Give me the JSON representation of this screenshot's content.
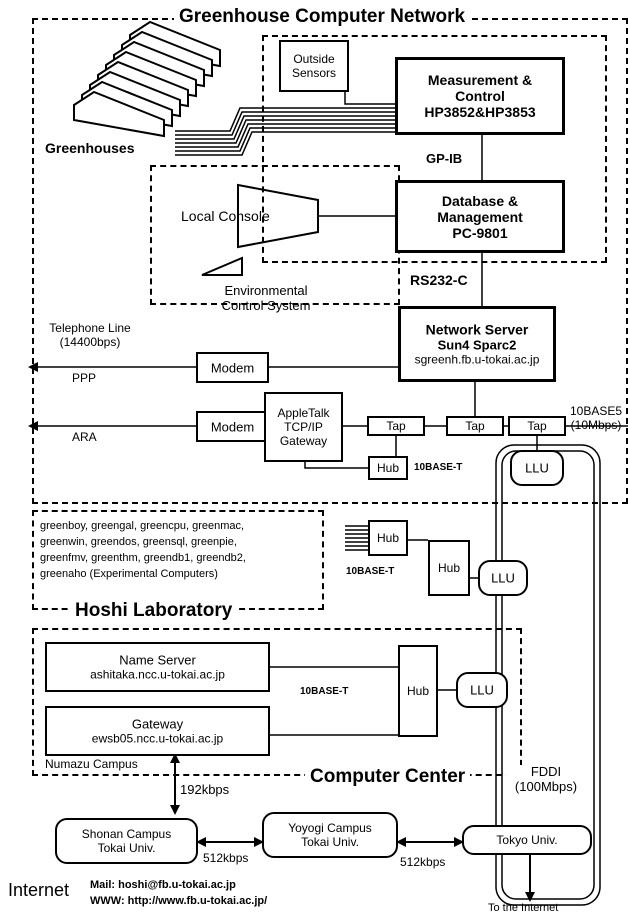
{
  "regions": {
    "greenhouse_network": "Greenhouse Computer Network",
    "hoshi_lab": "Hoshi Laboratory",
    "computer_center": "Computer Center",
    "numazu": "Numazu Campus"
  },
  "devices": {
    "outside_sensors": [
      "Outside",
      "Sensors"
    ],
    "greenhouses": "Greenhouses",
    "measurement": [
      "Measurement &",
      "Control",
      "HP3852&HP3853"
    ],
    "database": [
      "Database &",
      "Management",
      "PC-9801"
    ],
    "local_console": "Local Console",
    "env_control": [
      "Environmental",
      "Control System"
    ],
    "network_server": [
      "Network Server",
      "Sun4 Sparc2",
      "sgreenh.fb.u-tokai.ac.jp"
    ],
    "modem": "Modem",
    "appletalk": [
      "AppleTalk",
      "TCP/IP",
      "Gateway"
    ],
    "tap": "Tap",
    "hub": "Hub",
    "llu": "LLU",
    "name_server": [
      "Name Server",
      "ashitaka.ncc.u-tokai.ac.jp"
    ],
    "gateway": [
      "Gateway",
      "ewsb05.ncc.u-tokai.ac.jp"
    ],
    "shonan": [
      "Shonan Campus",
      "Tokai Univ."
    ],
    "yoyogi": [
      "Yoyogi Campus",
      "Tokai Univ."
    ],
    "tokyo": "Tokyo Univ."
  },
  "links": {
    "gpib": "GP-IB",
    "rs232c": "RS232-C",
    "telephone": [
      "Telephone Line",
      "(14400bps)"
    ],
    "ppp": "PPP",
    "ara": "ARA",
    "tenbase5": [
      "10BASE5",
      "(10Mbps)"
    ],
    "tenbaset": "10BASE-T",
    "fddi": [
      "FDDI",
      "(100Mbps)"
    ],
    "kbps192": "192kbps",
    "kbps512": "512kbps",
    "to_internet": "To the Internet"
  },
  "lab_hosts": [
    "greenboy, greengal, greencpu, greenmac,",
    "greenwin, greendos, greensql, greenpie,",
    "greenfmv, greenthm, greendb1, greendb2,",
    "greenaho (Experimental Computers)"
  ],
  "footer": {
    "internet": "Internet",
    "mail": "Mail: hoshi@fb.u-tokai.ac.jp",
    "www": "WWW: http://www.fb.u-tokai.ac.jp/"
  }
}
